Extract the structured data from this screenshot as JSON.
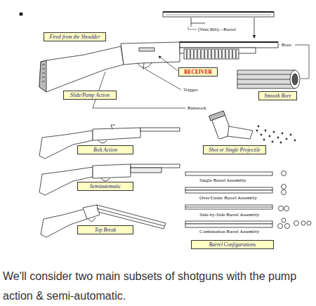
{
  "diagram": {
    "caption": "We'll consider two main subsets of shotguns with the pump action & semi-automatic.",
    "nodes": [
      {
        "text": [
          "Fired from the Shoulder"
        ]
      },
      {
        "text": [
          "RECEIVER"
        ]
      },
      {
        "text": [
          "Slide/Pump Action"
        ]
      },
      {
        "text": [
          "Smooth Bore"
        ]
      },
      {
        "text": [
          "Bolt Action"
        ]
      },
      {
        "text": [
          "Shot or Single Projectile"
        ]
      },
      {
        "text": [
          "Semiautomatic"
        ]
      },
      {
        "text": [
          "Top Break"
        ]
      },
      {
        "text": [
          "Barrel Configurations"
        ]
      }
    ],
    "labels": [
      "(Vent Rib)—Barrel",
      "Bore",
      "Trigger",
      "Buttstock",
      "Single Barrel Assembly",
      "Over/Under Barrel Assembly",
      "Side-by-Side Barrel Assembly",
      "Combination Barrel Assembly"
    ]
  }
}
